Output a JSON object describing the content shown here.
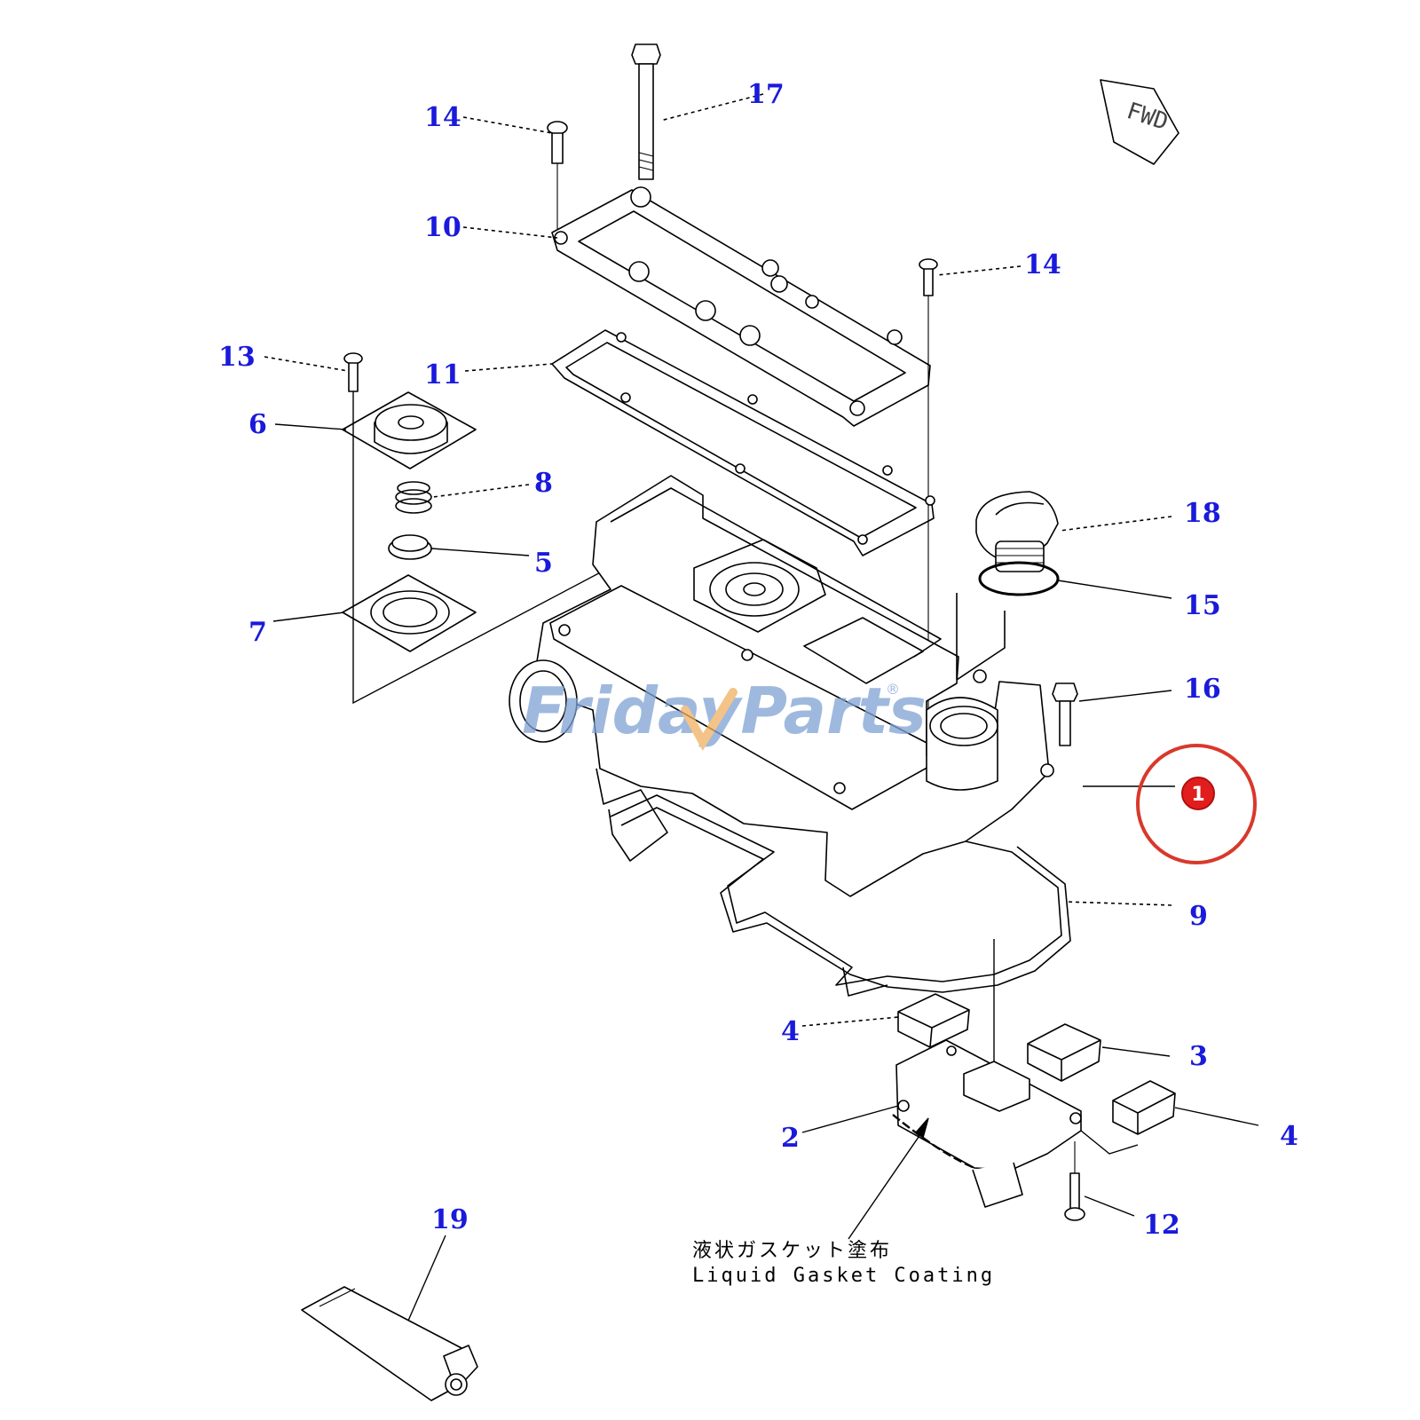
{
  "labels": {
    "p1": "1",
    "p2": "2",
    "p3": "3",
    "p4a": "4",
    "p4b": "4",
    "p5": "5",
    "p6": "6",
    "p7": "7",
    "p8": "8",
    "p9": "9",
    "p10": "10",
    "p11": "11",
    "p12": "12",
    "p13": "13",
    "p14a": "14",
    "p14b": "14",
    "p15": "15",
    "p16": "16",
    "p17": "17",
    "p18": "18",
    "p19": "19"
  },
  "note": {
    "japanese": "液状ガスケット塗布",
    "english": "Liquid Gasket Coating"
  },
  "fwd": "FWD",
  "watermark": {
    "part1": "Friday",
    "part2": "Parts",
    "mark": "®"
  },
  "colors": {
    "part_number": "#1a1adb",
    "highlight": "#d9382b",
    "watermark_blue": "#7fa2d4",
    "watermark_orange": "#f0b060"
  }
}
